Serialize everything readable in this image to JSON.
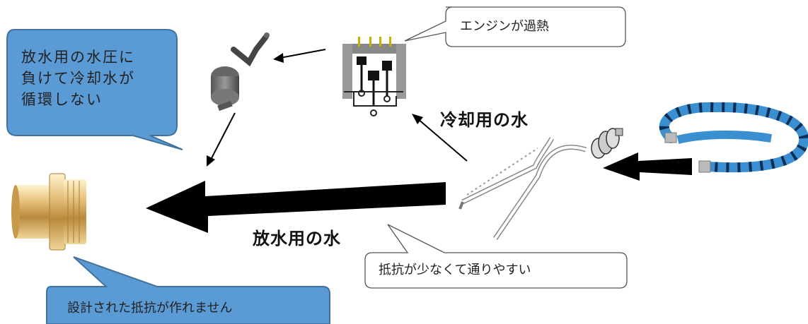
{
  "bubbles": {
    "top_left": {
      "text": "放水用の水圧に\n負けて冷却水が\n循環しない",
      "fill": "#5b9bd5",
      "stroke": "#41719c"
    },
    "engine": {
      "text": "エンジンが過熱",
      "fill": "#ffffff",
      "stroke": "#555555"
    },
    "resistance_low": {
      "text": "抵抗が少なくて通りやすい",
      "fill": "#ffffff",
      "stroke": "#555555"
    },
    "design": {
      "text": "設計された抵抗が作れません",
      "fill": "#5b9bd5",
      "stroke": "#41719c"
    }
  },
  "labels": {
    "cooling_water": "冷却用の水",
    "discharge_water": "放水用の水"
  },
  "illustrations": {
    "pump": "pump-icon",
    "engine": "engine-icon",
    "hose": "hose-icon",
    "fitting": "brass-fitting-icon",
    "heat_exchanger": "coil-heat-exchanger-icon"
  },
  "colors": {
    "arrow": "#000000",
    "hose_blue": "#3a8fd0",
    "brass": "#d8b36a"
  }
}
